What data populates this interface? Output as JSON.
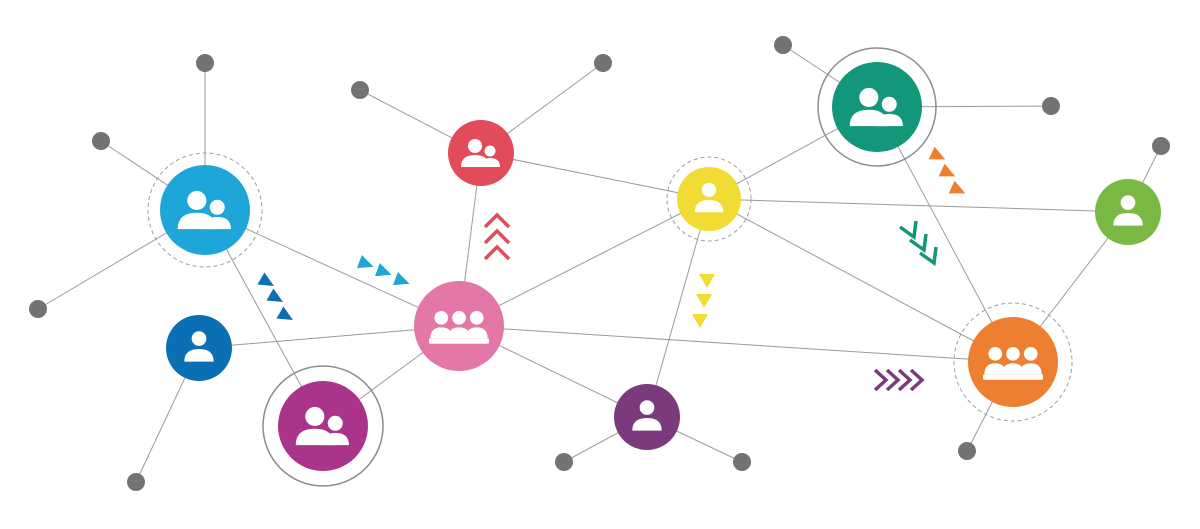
{
  "diagram": {
    "type": "network",
    "background": "#ffffff",
    "edge_color": "#9b9b9b",
    "leaf_color": "#737373",
    "icon_color": "#ffffff",
    "nodes": [
      {
        "id": "sky-blue",
        "color": "#1ea6d8",
        "icon": "user-pair-icon",
        "ring": "dashed"
      },
      {
        "id": "red",
        "color": "#e14b5a",
        "icon": "user-pair-icon",
        "ring": "none"
      },
      {
        "id": "pink",
        "color": "#e377a7",
        "icon": "user-group-icon",
        "ring": "none"
      },
      {
        "id": "navy",
        "color": "#0a6fb3",
        "icon": "user-icon",
        "ring": "none"
      },
      {
        "id": "magenta",
        "color": "#a9348a",
        "icon": "user-pair-icon",
        "ring": "solid"
      },
      {
        "id": "yellow",
        "color": "#f1dc33",
        "icon": "user-icon",
        "ring": "dashed"
      },
      {
        "id": "purple",
        "color": "#7b3a7b",
        "icon": "user-icon",
        "ring": "none"
      },
      {
        "id": "teal",
        "color": "#13977a",
        "icon": "user-pair-icon",
        "ring": "solid"
      },
      {
        "id": "green",
        "color": "#7ab943",
        "icon": "user-icon",
        "ring": "none"
      },
      {
        "id": "orange",
        "color": "#ed7f30",
        "icon": "user-group-icon",
        "ring": "dashed"
      }
    ],
    "links": [
      [
        "sky-blue",
        "pink"
      ],
      [
        "sky-blue",
        "magenta"
      ],
      [
        "navy",
        "pink"
      ],
      [
        "magenta",
        "pink"
      ],
      [
        "red",
        "pink"
      ],
      [
        "red",
        "yellow"
      ],
      [
        "pink",
        "yellow"
      ],
      [
        "pink",
        "purple"
      ],
      [
        "pink",
        "orange"
      ],
      [
        "yellow",
        "teal"
      ],
      [
        "yellow",
        "green"
      ],
      [
        "yellow",
        "orange"
      ],
      [
        "yellow",
        "purple"
      ],
      [
        "teal",
        "orange"
      ],
      [
        "green",
        "orange"
      ]
    ],
    "flow_markers": [
      {
        "id": "cyan-triangles",
        "color": "#1ea6d8",
        "shape": "triangle-right"
      },
      {
        "id": "navy-triangles",
        "color": "#0a6fb3",
        "shape": "triangle-right"
      },
      {
        "id": "red-chevrons",
        "color": "#e14b5a",
        "shape": "chevron-up"
      },
      {
        "id": "yellow-triangles",
        "color": "#f1dc33",
        "shape": "triangle-down"
      },
      {
        "id": "orange-triangles",
        "color": "#ed7f30",
        "shape": "triangle-right"
      },
      {
        "id": "teal-chevrons",
        "color": "#13977a",
        "shape": "chevron-down-right"
      },
      {
        "id": "purple-chevrons",
        "color": "#7b3a7b",
        "shape": "chevron-right"
      }
    ]
  }
}
